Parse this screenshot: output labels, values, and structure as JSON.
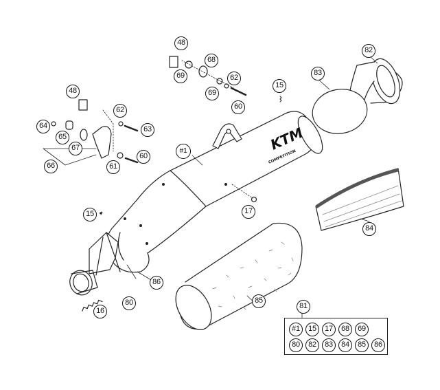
{
  "diagram": {
    "brand_logo": "KTM",
    "brand_sub": "COMPETITION",
    "parts": {
      "p48a": "48",
      "p69a": "69",
      "p68": "68",
      "p62a": "62",
      "p69b": "69",
      "p60a": "60",
      "p15a": "15",
      "p82": "82",
      "p83": "83",
      "p48b": "48",
      "p62b": "62",
      "p64": "64",
      "p63": "63",
      "p65": "65",
      "p67": "67",
      "p66": "66",
      "p61": "61",
      "p60b": "60",
      "p1": "#1",
      "p17": "17",
      "p15b": "15",
      "p84": "84",
      "p85": "85",
      "p86": "86",
      "p80": "80",
      "p16": "16",
      "p81": "81"
    },
    "kit_contents": [
      "#1",
      "15",
      "17",
      "68",
      "69",
      "80",
      "82",
      "83",
      "84",
      "85",
      "86"
    ]
  }
}
